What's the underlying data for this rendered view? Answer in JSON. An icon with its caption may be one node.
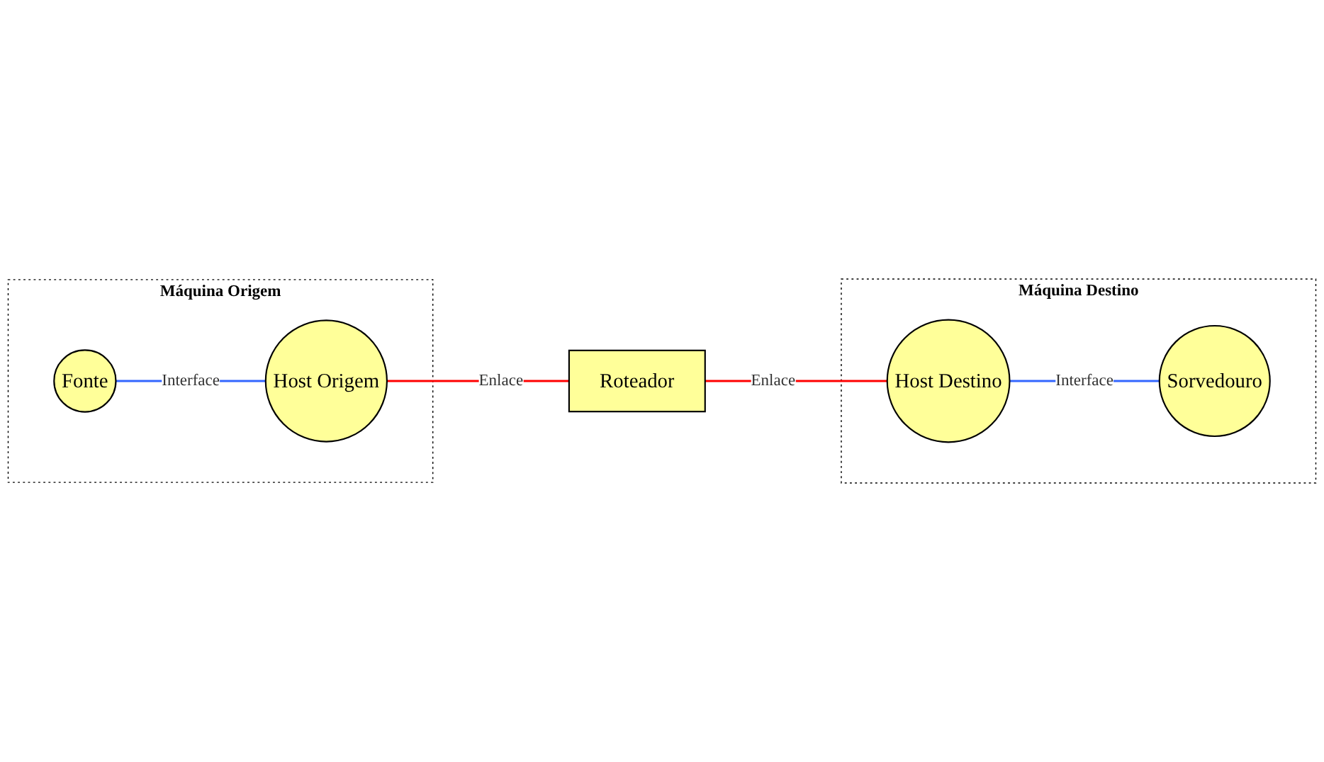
{
  "diagram": {
    "nodes": [
      {
        "text": [
          "Máquina Origem"
        ]
      },
      {
        "text": [
          "Fonte"
        ],
        "in": 0
      },
      {
        "text": [
          "Host Origem"
        ],
        "in": 0
      },
      {
        "text": [
          "Roteador"
        ]
      },
      {
        "text": [
          "Máquina Destino"
        ]
      },
      {
        "text": [
          "Sorvedouro"
        ],
        "in": 4
      },
      {
        "text": [
          "Host Destino"
        ],
        "in": 4
      }
    ],
    "edges": [
      {
        "from": 1,
        "to": 2,
        "arrow": "none",
        "label": "Interface",
        "color": "#3366ff"
      },
      {
        "from": 2,
        "to": 3,
        "arrow": "none",
        "label": "Enlace",
        "color": "#ff0000"
      },
      {
        "from": 3,
        "to": 6,
        "arrow": "none",
        "label": "Enlace",
        "color": "#ff0000"
      },
      {
        "from": 6,
        "to": 5,
        "arrow": "none",
        "label": "Interface",
        "color": "#3366ff"
      }
    ]
  }
}
